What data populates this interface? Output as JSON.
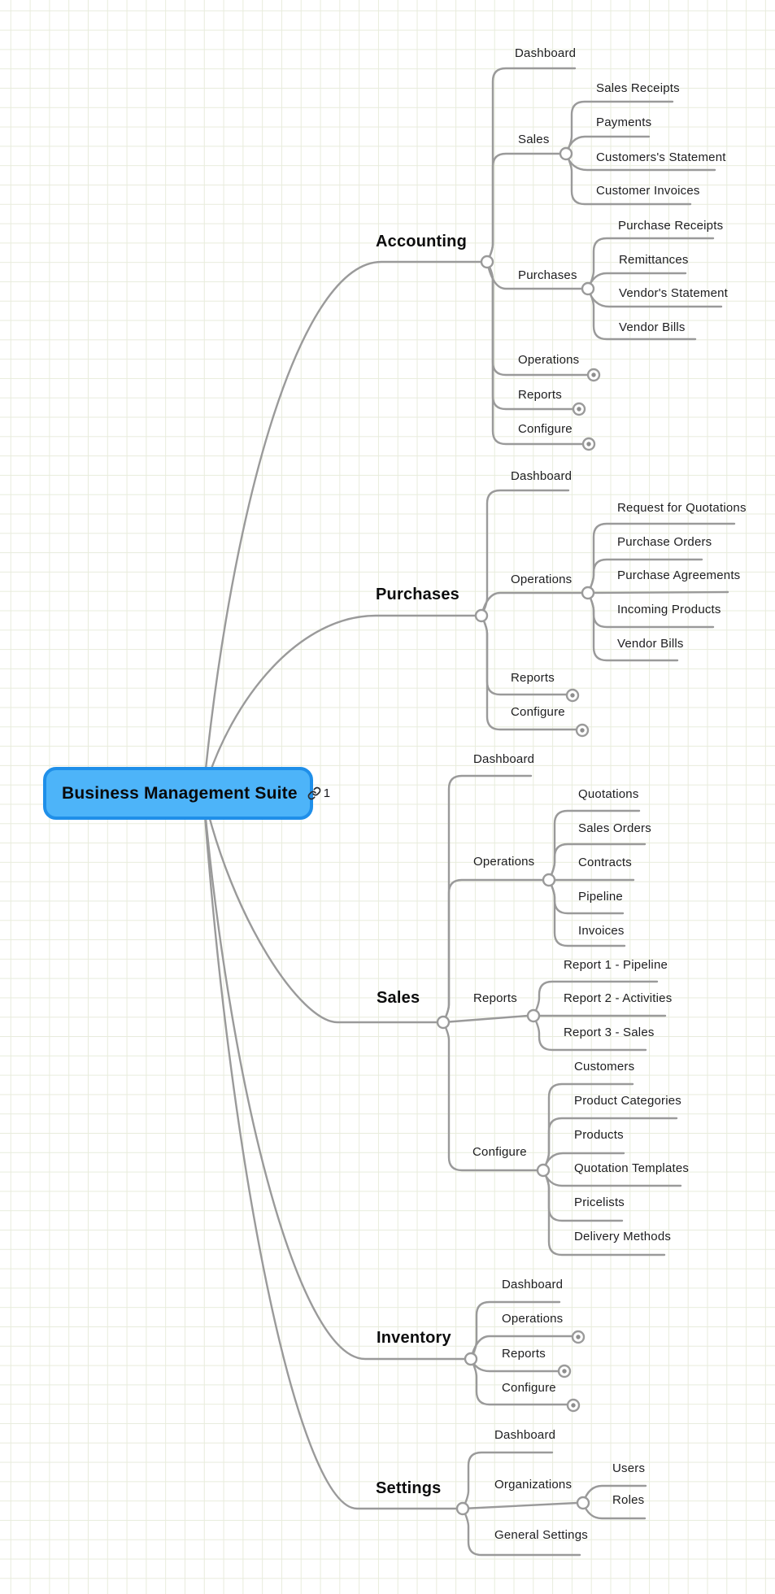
{
  "root": {
    "label": "Business Management Suite",
    "link_badge": "1"
  },
  "branches": [
    {
      "label": "Accounting",
      "children": [
        {
          "label": "Dashboard"
        },
        {
          "label": "Sales",
          "children": [
            {
              "label": "Sales Receipts"
            },
            {
              "label": "Payments"
            },
            {
              "label": "Customers's Statement"
            },
            {
              "label": "Customer Invoices"
            }
          ]
        },
        {
          "label": "Purchases",
          "children": [
            {
              "label": "Purchase Receipts"
            },
            {
              "label": "Remittances"
            },
            {
              "label": "Vendor's Statement"
            },
            {
              "label": "Vendor Bills"
            }
          ]
        },
        {
          "label": "Operations",
          "collapsed": true
        },
        {
          "label": "Reports",
          "collapsed": true
        },
        {
          "label": "Configure",
          "collapsed": true
        }
      ]
    },
    {
      "label": "Purchases",
      "children": [
        {
          "label": "Dashboard"
        },
        {
          "label": "Operations",
          "children": [
            {
              "label": "Request for Quotations"
            },
            {
              "label": "Purchase Orders"
            },
            {
              "label": "Purchase Agreements"
            },
            {
              "label": "Incoming Products"
            },
            {
              "label": "Vendor Bills"
            }
          ]
        },
        {
          "label": "Reports",
          "collapsed": true
        },
        {
          "label": "Configure",
          "collapsed": true
        }
      ]
    },
    {
      "label": "Sales",
      "children": [
        {
          "label": "Dashboard"
        },
        {
          "label": "Operations",
          "children": [
            {
              "label": "Quotations"
            },
            {
              "label": "Sales Orders"
            },
            {
              "label": "Contracts"
            },
            {
              "label": "Pipeline"
            },
            {
              "label": "Invoices"
            }
          ]
        },
        {
          "label": "Reports",
          "children": [
            {
              "label": "Report 1 - Pipeline"
            },
            {
              "label": "Report 2 - Activities"
            },
            {
              "label": "Report 3 - Sales"
            }
          ]
        },
        {
          "label": "Configure",
          "children": [
            {
              "label": "Customers"
            },
            {
              "label": "Product Categories"
            },
            {
              "label": "Products"
            },
            {
              "label": "Quotation Templates"
            },
            {
              "label": "Pricelists"
            },
            {
              "label": "Delivery Methods"
            }
          ]
        }
      ]
    },
    {
      "label": "Inventory",
      "children": [
        {
          "label": "Dashboard"
        },
        {
          "label": "Operations",
          "collapsed": true
        },
        {
          "label": "Reports",
          "collapsed": true
        },
        {
          "label": "Configure",
          "collapsed": true
        }
      ]
    },
    {
      "label": "Settings",
      "children": [
        {
          "label": "Dashboard"
        },
        {
          "label": "Organizations",
          "children": [
            {
              "label": "Users"
            },
            {
              "label": "Roles"
            }
          ]
        },
        {
          "label": "General Settings"
        }
      ]
    }
  ],
  "colors": {
    "root_fill": "#4db4f9",
    "root_border": "#1f8fe9",
    "connector": "#9a9a9a",
    "grid_line": "#e8ecdc",
    "label_text": "#1d1d1f"
  }
}
